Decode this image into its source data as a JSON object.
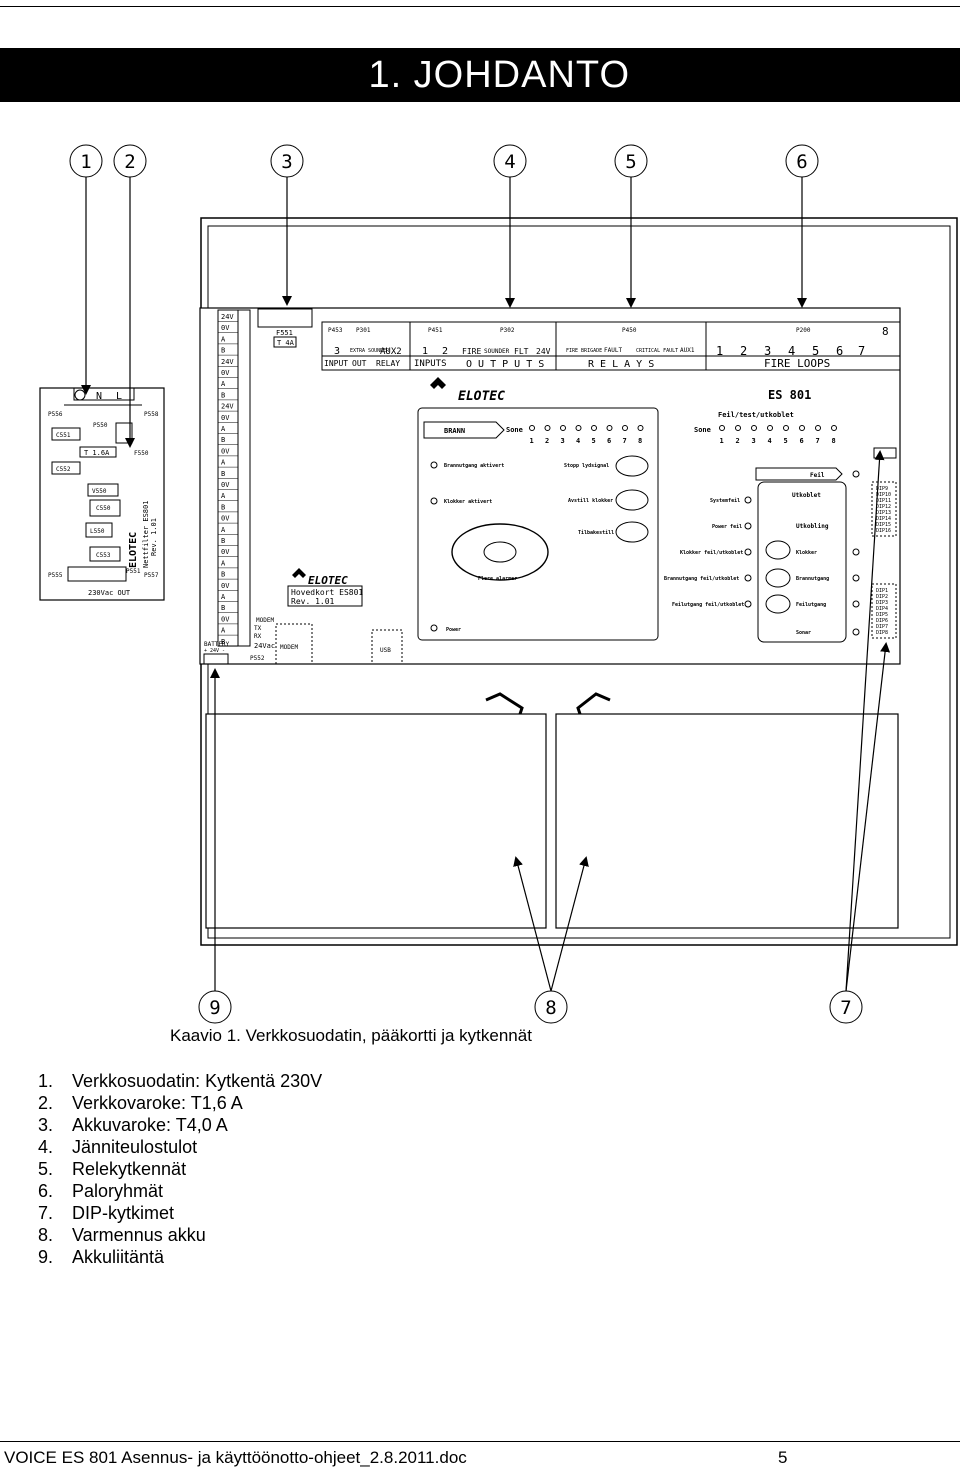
{
  "header": {
    "title": "1.  JOHDANTO"
  },
  "callouts": [
    "1",
    "2",
    "3",
    "4",
    "5",
    "6",
    "7",
    "8",
    "9"
  ],
  "board": {
    "netfilter": {
      "labels": [
        "P556",
        "P550",
        "P558",
        "C551",
        "T 1.6A",
        "F550",
        "C552",
        "V550",
        "C550",
        "L550",
        "C553",
        "P555",
        "P551",
        "P557",
        "230Vac OUT",
        "N",
        "L"
      ],
      "brand": "ELOTEC",
      "name": "Nettfilter ES801",
      "rev": "Rev. 1.01"
    },
    "main": {
      "fuse": {
        "id": "F551",
        "value": "T 4A"
      },
      "left_terms": [
        "24V",
        "0V",
        "A",
        "B",
        "24V",
        "0V",
        "A",
        "B",
        "24V",
        "0V",
        "A",
        "B",
        "0V",
        "A",
        "B",
        "0V",
        "A",
        "B",
        "0V",
        "A",
        "B",
        "0V",
        "A",
        "B",
        "0V",
        "A",
        "B",
        "0V",
        "A",
        "B"
      ],
      "top_terms": [
        "P453",
        "P301",
        "P451",
        "P302",
        "P450",
        "P200"
      ],
      "top_groups": [
        "INPUT",
        "OUT",
        "RELAY",
        "INPUTS",
        "O U T P U T S",
        "R E L A Y S",
        "FIRE LOOPS"
      ],
      "top_sub": [
        "3",
        "EXTRA SOUNDER",
        "AUX2",
        "1",
        "2",
        "FIRE",
        "SOUNDER",
        "FLT",
        "24V",
        "FIRE BRIGADE",
        "FAULT",
        "CRITICAL FAULT",
        "AUX1",
        "1",
        "2",
        "3",
        "4",
        "5",
        "6",
        "7",
        "8"
      ],
      "brand": "ELOTEC",
      "board_name": "Hovedkort ES801",
      "board_rev": "Rev. 1.01",
      "modem": [
        "MODEM",
        "TX",
        "RX",
        "24Vac",
        "MODEM",
        "P552"
      ],
      "battery": [
        "BATTERY",
        "+ 24V -"
      ],
      "usb": "USB",
      "panel": {
        "model": "ES 801",
        "brann": "BRANN",
        "sone": "Sone",
        "sone2": "Sone",
        "feil_test": "Feil/test/utkoblet",
        "zones": [
          "1",
          "2",
          "3",
          "4",
          "5",
          "6",
          "7",
          "8"
        ],
        "zones2": [
          "1",
          "2",
          "3",
          "4",
          "5",
          "6",
          "7",
          "8"
        ],
        "brannutgang": "Brannutgang aktivert",
        "klokker": "Klokker aktivert",
        "stopp": "Stopp lydsignal",
        "avstill": "Avstill klokker",
        "tilbake": "Tilbakestill",
        "flere": "Flere alarmer",
        "power": "Power",
        "feil": "Feil",
        "utkoblet": "Utkoblet",
        "systemfeil": "Systemfeil",
        "powerfeil": "Power feil",
        "utkobling": "Utkobling",
        "klokker_feil": "Klokker feil/utkoblet",
        "klokker_btn": "Klokker",
        "brann_feil": "Brannutgang feil/utkoblet",
        "brann_btn": "Brannutgang",
        "feilutgang_feil": "Feilutgang feil/utkoblet",
        "feilutgang_btn": "Feilutgang",
        "sonar": "Sonar"
      },
      "dip_top": [
        "DIP9",
        "DIP10",
        "DIP11",
        "DIP12",
        "DIP13",
        "DIP14",
        "DIP15",
        "DIP16"
      ],
      "dip_bottom": [
        "DIP1",
        "DIP2",
        "DIP3",
        "DIP4",
        "DIP5",
        "DIP6",
        "DIP7",
        "DIP8"
      ]
    }
  },
  "caption": "Kaavio 1. Verkkosuodatin, pääkortti ja kytkennät",
  "items": [
    {
      "n": "1.",
      "t": "Verkkosuodatin: Kytkentä 230V"
    },
    {
      "n": "2.",
      "t": "Verkkovaroke: T1,6 A"
    },
    {
      "n": "3.",
      "t": "Akkuvaroke: T4,0 A"
    },
    {
      "n": "4.",
      "t": "Jänniteulostulot"
    },
    {
      "n": "5.",
      "t": "Relekytkennät"
    },
    {
      "n": "6.",
      "t": "Paloryhmät"
    },
    {
      "n": "7.",
      "t": "DIP-kytkimet"
    },
    {
      "n": "8.",
      "t": "Varmennus akku"
    },
    {
      "n": "9.",
      "t": "Akkuliitäntä"
    }
  ],
  "footer": {
    "text": "VOICE ES 801 Asennus- ja käyttöönotto-ohjeet_2.8.2011.doc",
    "page": "5"
  }
}
